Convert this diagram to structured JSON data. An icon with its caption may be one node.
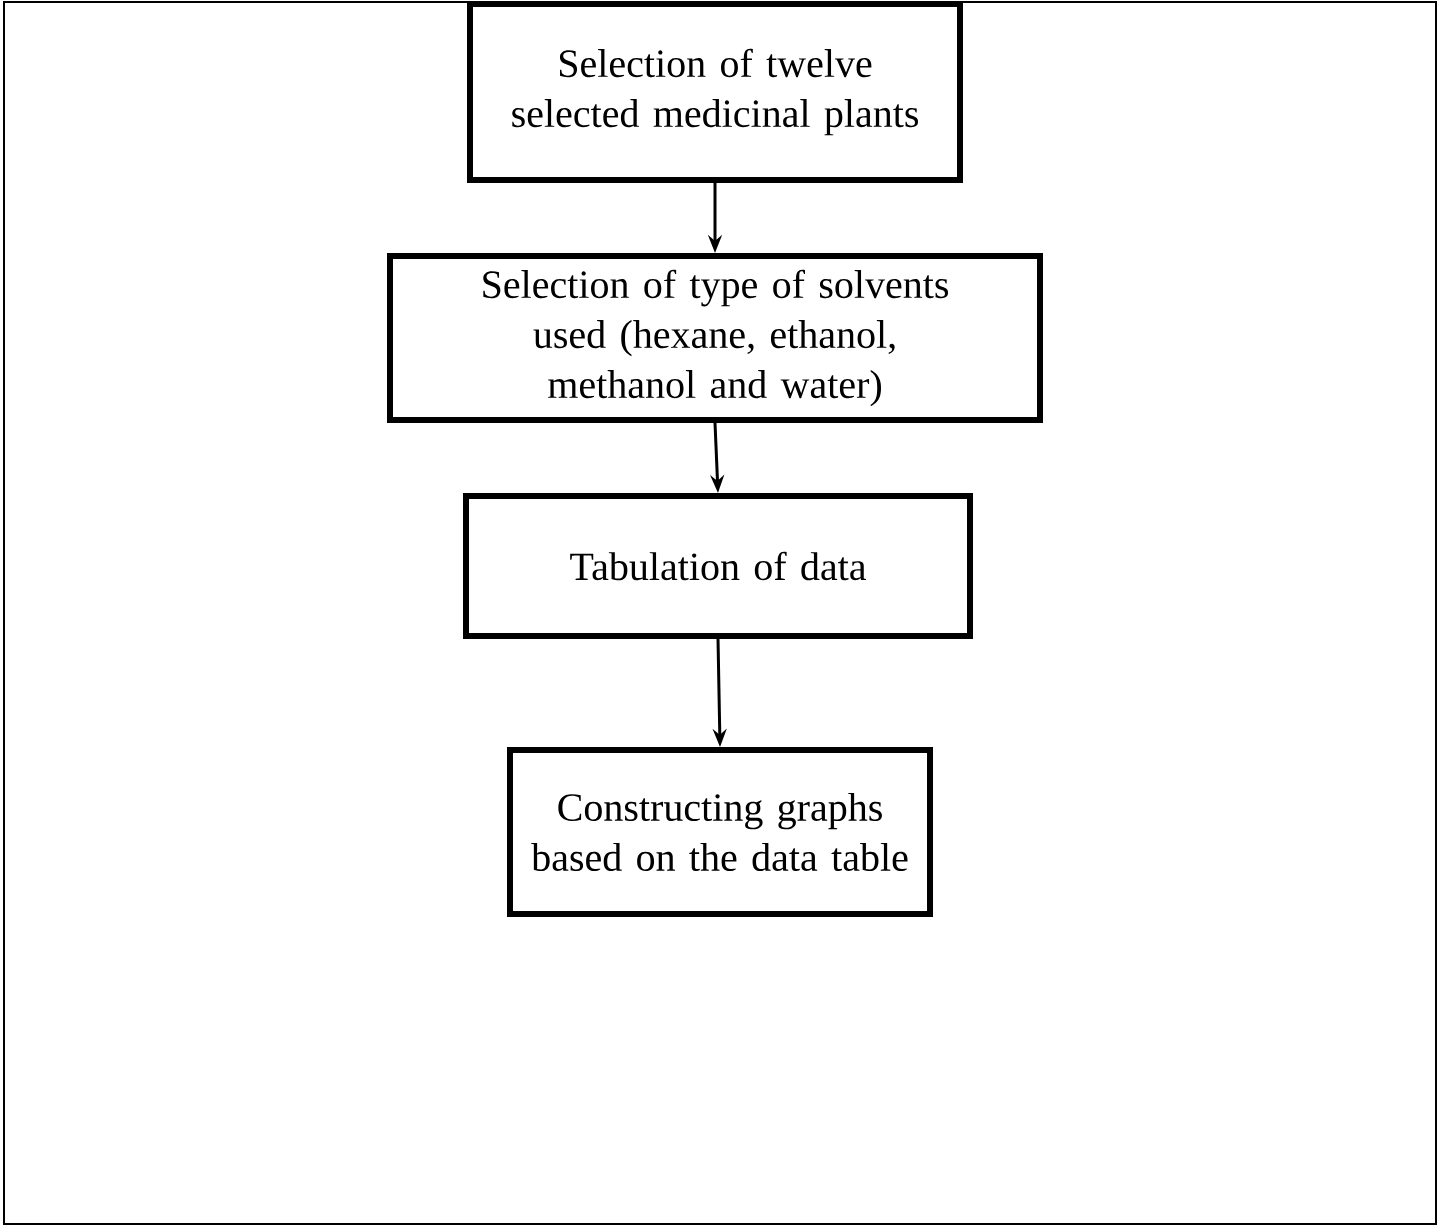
{
  "diagram": {
    "nodes": [
      {
        "text": [
          "Selection of twelve selected medicinal plants"
        ]
      },
      {
        "text": [
          "Selection of type of solvents used (hexane, ethanol, methanol and water)"
        ]
      },
      {
        "text": [
          "Tabulation of data"
        ]
      },
      {
        "text": [
          "Constructing graphs based on the data table"
        ]
      }
    ],
    "edges": [
      {
        "from": 0,
        "to": 1,
        "arrow": "to"
      },
      {
        "from": 1,
        "to": 2,
        "arrow": "to"
      },
      {
        "from": 2,
        "to": 3,
        "arrow": "to"
      }
    ]
  }
}
